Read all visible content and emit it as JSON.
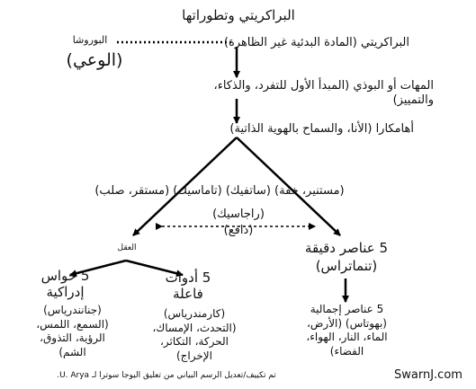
{
  "title": "البراكريتي وتطوراتها",
  "nodes": {
    "purusha": "البوروشا",
    "consciousness": "(الوعي)",
    "prakriti": "البراكريتي (المادة البدئية غير الظاهرة)",
    "mahat": [
      "المهات أو البوذي (المبدأ الأول للتفرد، والذكاء،",
      "والتمييز)"
    ],
    "ahamkara": "أهامكارا (الأنا، والسماح بالهوية الذاتية)",
    "gunas": "(مستنير، خفة) (ساتفيك) (تاماسيك) (مستقر، صلب)",
    "rajasic": "(راجاسيك)",
    "drive": "(دافع)",
    "mind": "العقل",
    "five_subtle_line1": "5 عناصر دقيقة",
    "five_subtle_line2": "(تنماتراس)",
    "five_senses_line1": "5 حواس",
    "five_senses_line2": "إدراكية",
    "five_senses_detail": [
      "(جنانندرياس)",
      "(السمع، اللمس،",
      "الرؤية، التذوق،",
      "الشم)"
    ],
    "five_tools_line1": "5 أدوات",
    "five_tools_line2": "فاعلة",
    "five_tools_detail": [
      "(كارمندرياس)",
      "(التحدث، الإمساك،",
      "الحركة، التكاثر،",
      "الإخراج)"
    ],
    "five_gross": [
      "5 عناصر إجمالية",
      "(بهوتاس) (الأرض،",
      "الماء، النار، الهواء،",
      "الفضاء)"
    ]
  },
  "footer": {
    "credit": "تم تكييف/تعديل الرسم البياني من تعليق اليوجا سوترا لـ U. Arya.",
    "site": "SwarnJ.com"
  }
}
